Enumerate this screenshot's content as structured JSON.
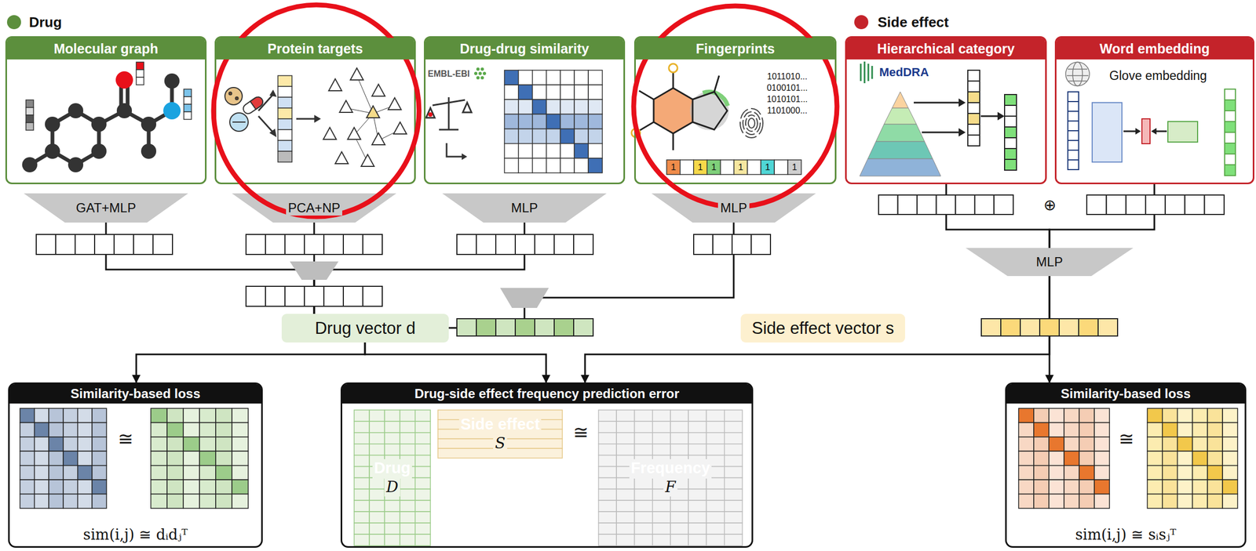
{
  "diagram": {
    "nodes": [
      {
        "text": [
          "Molecular graph"
        ]
      },
      {
        "text": [
          "Protein targets"
        ]
      },
      {
        "text": [
          "Drug-drug similarity"
        ]
      },
      {
        "text": [
          "Fingerprints"
        ]
      },
      {
        "text": [
          "Hierarchical category"
        ]
      },
      {
        "text": [
          "Word embedding"
        ]
      },
      {
        "text": [
          "GAT+MLP"
        ]
      },
      {
        "text": [
          "PCA+NP"
        ]
      },
      {
        "text": [
          "MLP"
        ]
      },
      {
        "text": [
          "MLP"
        ]
      },
      {
        "text": [
          "MLP"
        ]
      },
      {
        "text": [
          "Drug vector d"
        ]
      },
      {
        "text": [
          "Side effect vector s"
        ]
      },
      {
        "text": [
          "Similarity-based loss",
          "sim(i,j) ≅ dᵢdⱼᵀ"
        ]
      },
      {
        "text": [
          "Drug-side effect frequency prediction error"
        ]
      },
      {
        "text": [
          "Drug",
          "D"
        ],
        "in": 14
      },
      {
        "text": [
          "Side effect",
          "S"
        ],
        "in": 14
      },
      {
        "text": [
          "Frequency",
          "F"
        ],
        "in": 14
      },
      {
        "text": [
          "Similarity-based loss",
          "sim(i,j) ≅ sᵢsⱼᵀ"
        ]
      }
    ],
    "edges": [
      {
        "from": 6,
        "to": 11,
        "arrow": "none"
      },
      {
        "from": 7,
        "to": 11,
        "arrow": "none"
      },
      {
        "from": 8,
        "to": 11,
        "arrow": "none"
      },
      {
        "from": 9,
        "to": 11,
        "arrow": "none"
      },
      {
        "from": 4,
        "to": 10,
        "arrow": "none"
      },
      {
        "from": 5,
        "to": 10,
        "arrow": "none"
      },
      {
        "from": 11,
        "to": 13,
        "arrow": "to"
      },
      {
        "from": 11,
        "to": 14,
        "arrow": "to"
      },
      {
        "from": 10,
        "to": 14,
        "arrow": "to"
      },
      {
        "from": 10,
        "to": 18,
        "arrow": "to"
      }
    ],
    "labels": [
      "Drug",
      "Side effect",
      "EMBL-EBI",
      "1011010...",
      "0100101...",
      "1010101...",
      "1101000...",
      "1",
      "1",
      "1",
      "1",
      "1",
      "1",
      "MedDRA",
      "Glove embedding",
      "⊕",
      "≅",
      "≅",
      "≅"
    ]
  }
}
